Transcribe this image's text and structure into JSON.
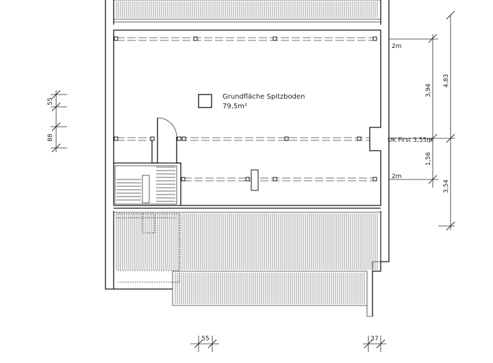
{
  "room": {
    "name": "Grundfläche Spitzboden",
    "area": "79,5m²"
  },
  "dimensions": {
    "left_top": "55",
    "left_bottom": "88",
    "right_total": "4,83",
    "right_upper": "3,94",
    "right_mid": "1,56",
    "right_lower": "3,54",
    "bottom_left": "55",
    "bottom_right": "37",
    "beam_top": "2m",
    "beam_bottom": "2m",
    "ridge": "UK First 3,55m"
  }
}
